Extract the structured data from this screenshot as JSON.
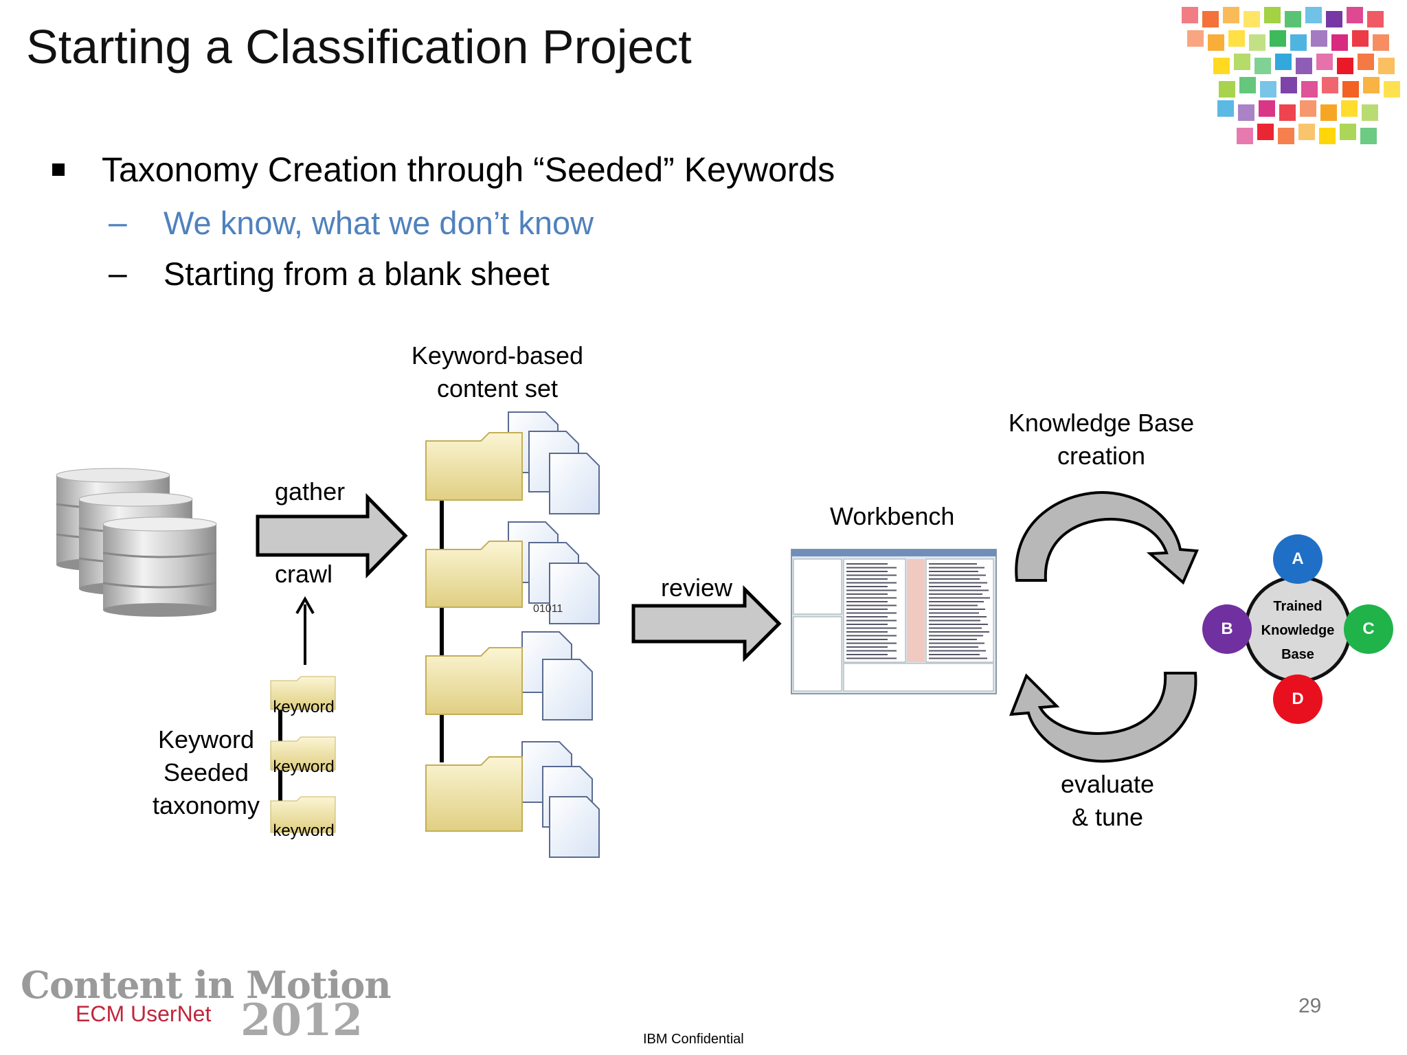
{
  "slide": {
    "title": "Starting a Classification Project",
    "bullet": "Taxonomy Creation through “Seeded” Keywords",
    "sub_bullets": [
      {
        "dash": "–",
        "text": "We know, what we don’t know",
        "color": "#4f81bd"
      },
      {
        "dash": "–",
        "text": "Starting from a blank sheet",
        "color": "#000000"
      }
    ],
    "page_number": "29",
    "footer": "IBM Confidential"
  },
  "diagram": {
    "gather": "gather",
    "crawl": "crawl",
    "keyword_taxonomy": [
      "Keyword",
      "Seeded",
      "taxonomy"
    ],
    "keyword_tags": [
      "keyword",
      "keyword",
      "keyword"
    ],
    "content_set": [
      "Keyword-based",
      "content set"
    ],
    "review": "review",
    "workbench": "Workbench",
    "kb_creation": [
      "Knowledge Base",
      "creation"
    ],
    "evaluate": [
      "evaluate",
      "& tune"
    ],
    "trained_kb": [
      "Trained",
      "Knowledge",
      "Base"
    ],
    "nodes": [
      {
        "letter": "A",
        "color": "#1f6fc6"
      },
      {
        "letter": "B",
        "color": "#7030a0"
      },
      {
        "letter": "C",
        "color": "#1fb34a"
      },
      {
        "letter": "D",
        "color": "#e8101f"
      }
    ],
    "file_marks": [
      "01011"
    ]
  },
  "logo": {
    "line1": "Content in Motion",
    "line2": "ECM UserNet",
    "year": "2012"
  }
}
